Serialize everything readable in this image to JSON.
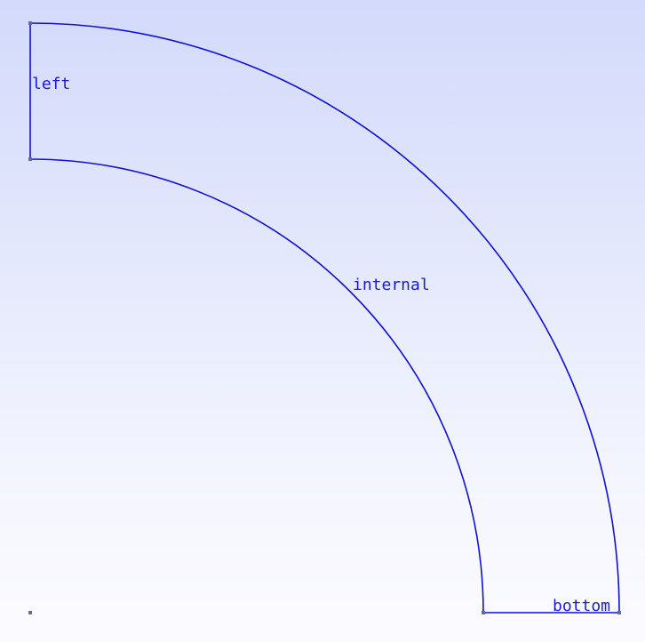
{
  "colors": {
    "edge": "#1010d8",
    "label": "#1a1ad0",
    "vertex": "#6b6b8a"
  },
  "labels": {
    "left": "left",
    "internal": "internal",
    "bottom": "bottom"
  }
}
